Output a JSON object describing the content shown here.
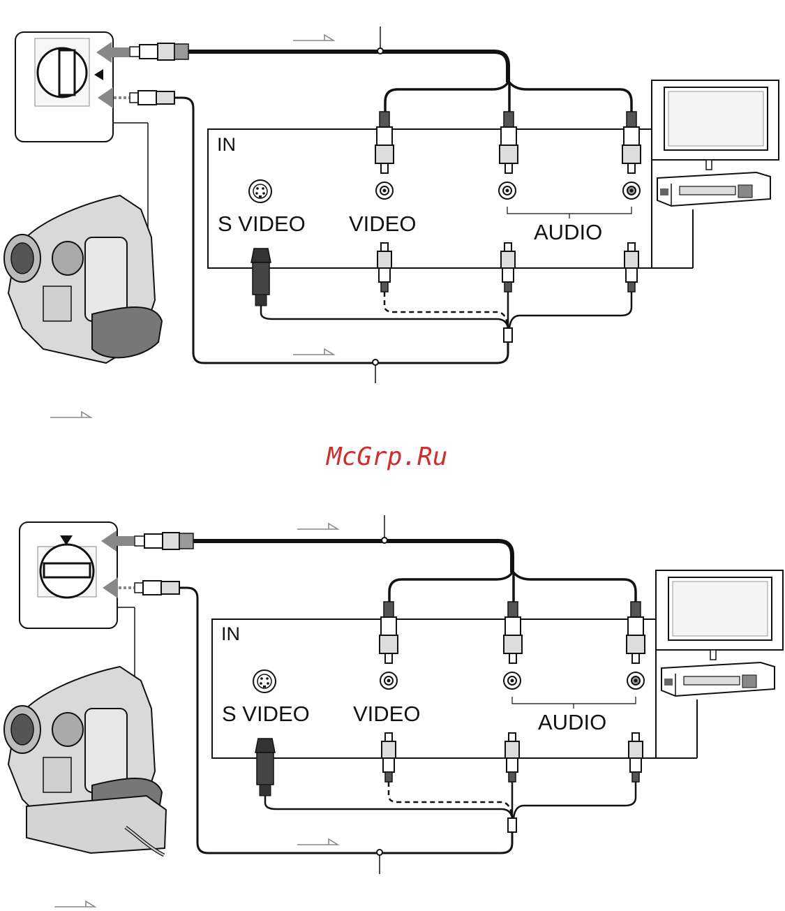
{
  "watermark": "McGrp.Ru",
  "colors": {
    "line": "#111111",
    "gray": "#8a8a8a",
    "watermark": "#d22c2c"
  },
  "diagrams": [
    {
      "input_panel": {
        "title": "IN",
        "jacks": {
          "svideo": "S VIDEO",
          "video": "VIDEO",
          "audio": "AUDIO"
        }
      },
      "camera_type": "camcorder-side",
      "connector_closeup": "socket-vertical-with-side-arrow"
    },
    {
      "input_panel": {
        "title": "IN",
        "jacks": {
          "svideo": "S VIDEO",
          "video": "VIDEO",
          "audio": "AUDIO"
        }
      },
      "camera_type": "camcorder-on-dock",
      "connector_closeup": "socket-horizontal-with-top-arrow"
    }
  ]
}
